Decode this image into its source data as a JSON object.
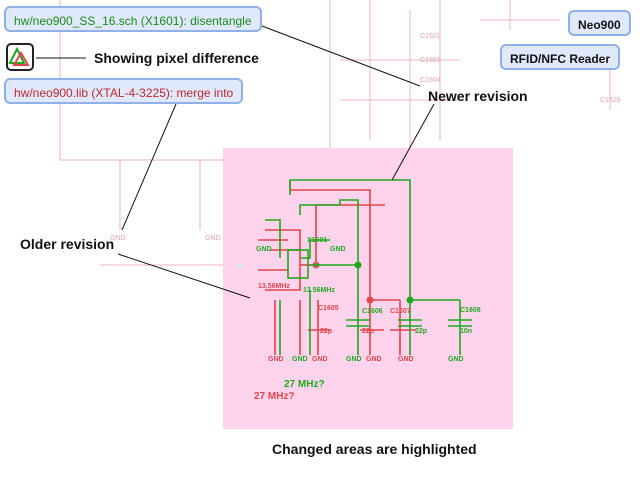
{
  "revisions": {
    "newer_file": "hw/neo900_SS_16.sch (X1601): disentangle",
    "older_file": "hw/neo900.lib (XTAL-4-3225): merge into"
  },
  "product": {
    "name": "Neo900",
    "subtitle": "RFID/NFC Reader"
  },
  "annotations": {
    "pixel_difference": "Showing pixel difference",
    "newer_revision": "Newer revision",
    "older_revision": "Older revision",
    "changed_areas": "Changed areas are highlighted"
  },
  "schematic": {
    "new_freq_note": "27 MHz?",
    "old_freq_note": "27 MHz?",
    "crystal": "X1601",
    "crystal_freq_new": "13.56MHz",
    "crystal_freq_old": "13.56MHz",
    "caps": [
      "C1605",
      "C1606",
      "C1607",
      "C1608"
    ],
    "cap_value_a": "22p",
    "cap_value_b": "10n",
    "gnd": "GND"
  },
  "colors": {
    "newer": "#1fa81f",
    "older": "#e0464a",
    "highlight": "#ffd3ec",
    "faint": "#e2a3a9"
  }
}
